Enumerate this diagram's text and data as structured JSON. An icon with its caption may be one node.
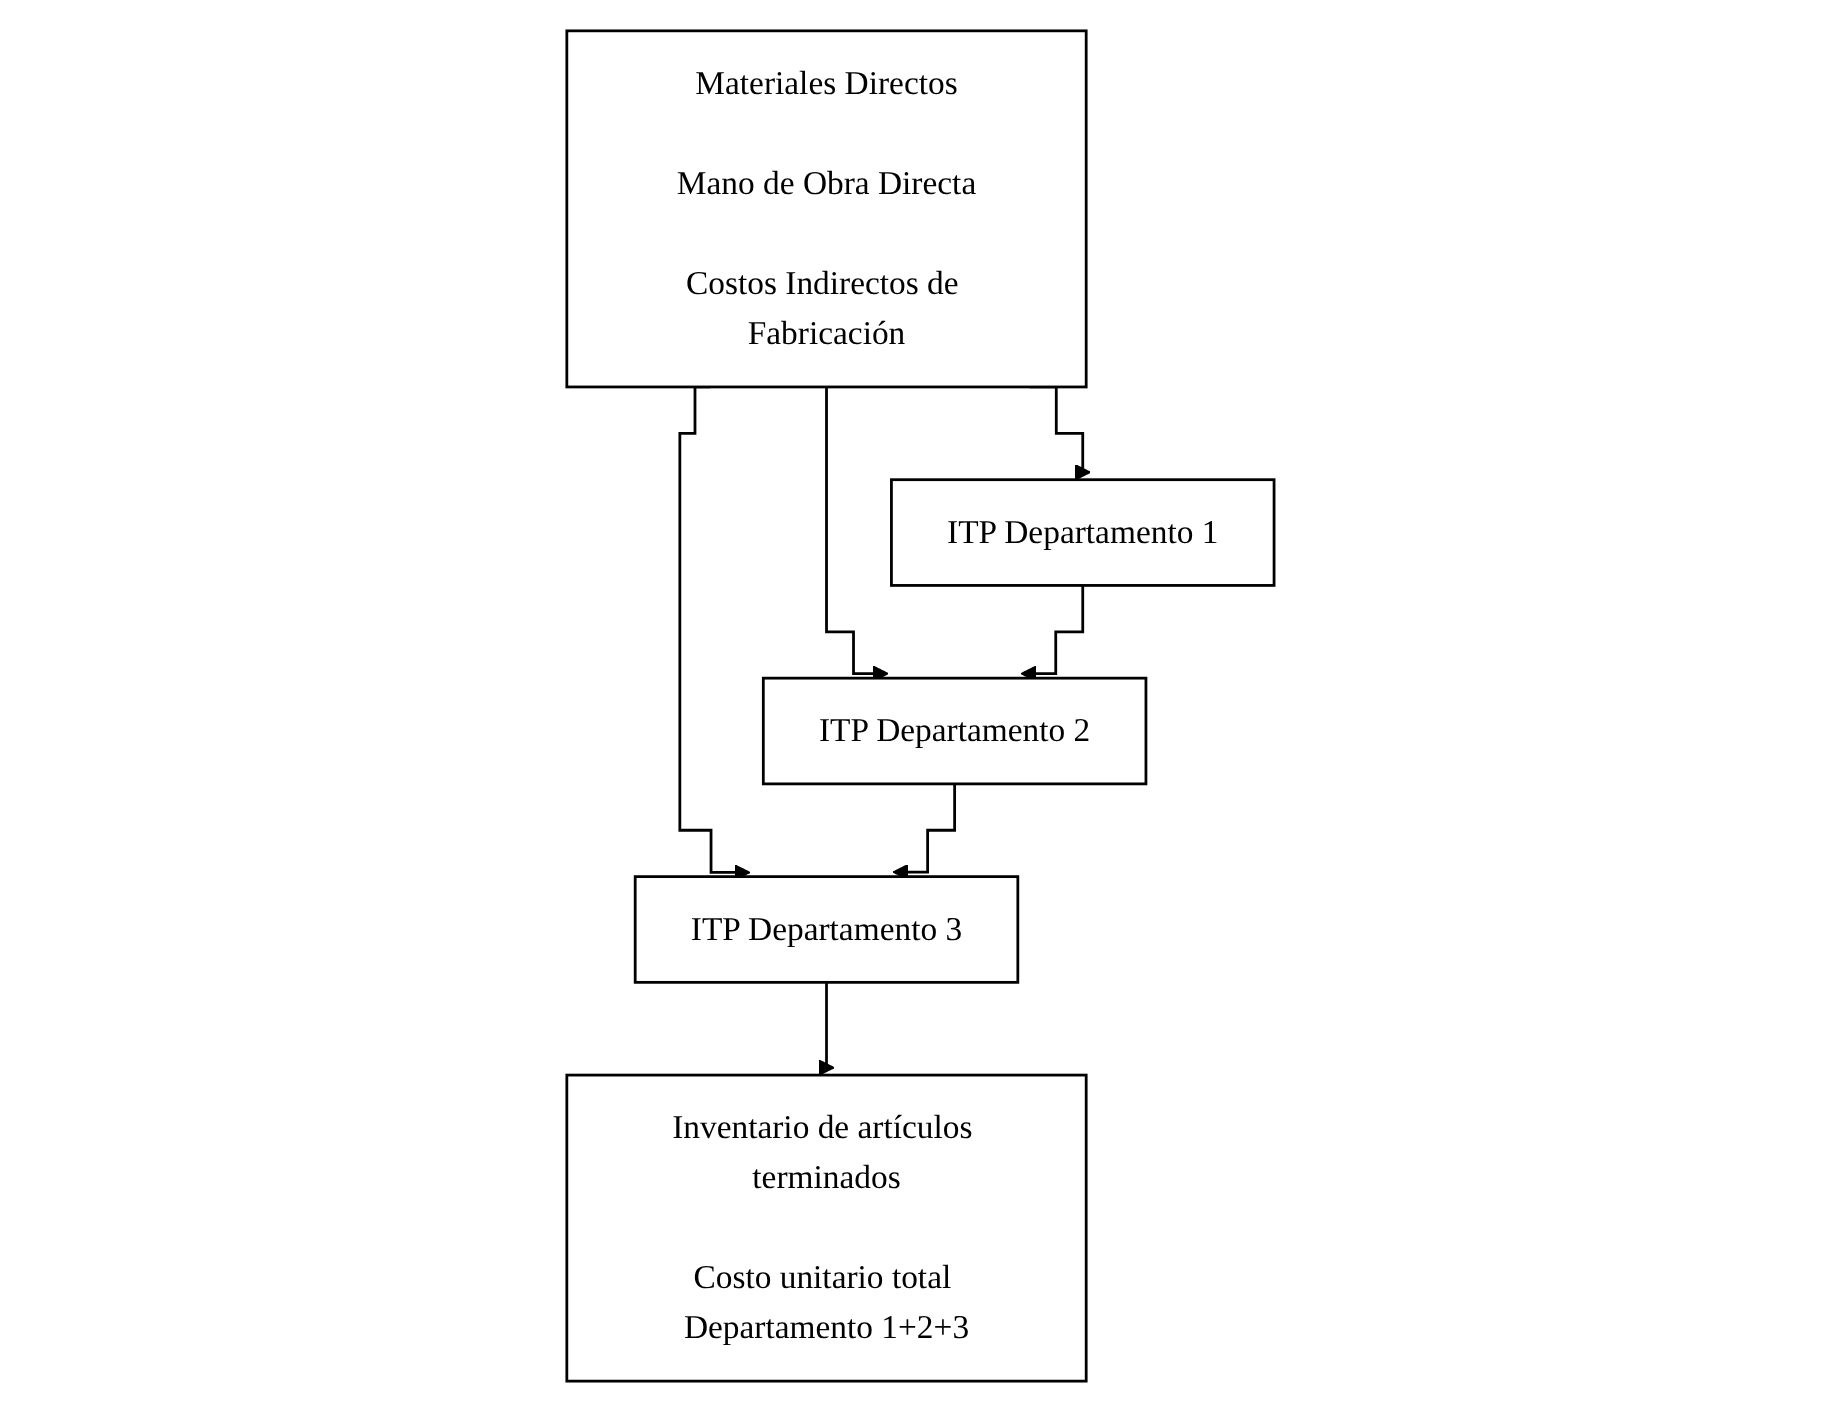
{
  "diagram": {
    "nodes": [
      {
        "text": [
          "Materiales Directos",
          "Mano de Obra Directa",
          "Costos Indirectos de Fabricación"
        ]
      },
      {
        "text": [
          "ITP Departamento 1"
        ]
      },
      {
        "text": [
          "ITP Departamento 2"
        ]
      },
      {
        "text": [
          "ITP Departamento 3"
        ]
      },
      {
        "text": [
          "Inventario de artículos terminados",
          "Costo unitario total Departamento 1+2+3"
        ]
      }
    ],
    "edges": [
      {
        "from": 0,
        "to": 1,
        "arrow": "to"
      },
      {
        "from": 0,
        "to": 2,
        "arrow": "to"
      },
      {
        "from": 0,
        "to": 3,
        "arrow": "to"
      },
      {
        "from": 1,
        "to": 2,
        "arrow": "to"
      },
      {
        "from": 2,
        "to": 3,
        "arrow": "to"
      },
      {
        "from": 3,
        "to": 4,
        "arrow": "to"
      }
    ]
  }
}
